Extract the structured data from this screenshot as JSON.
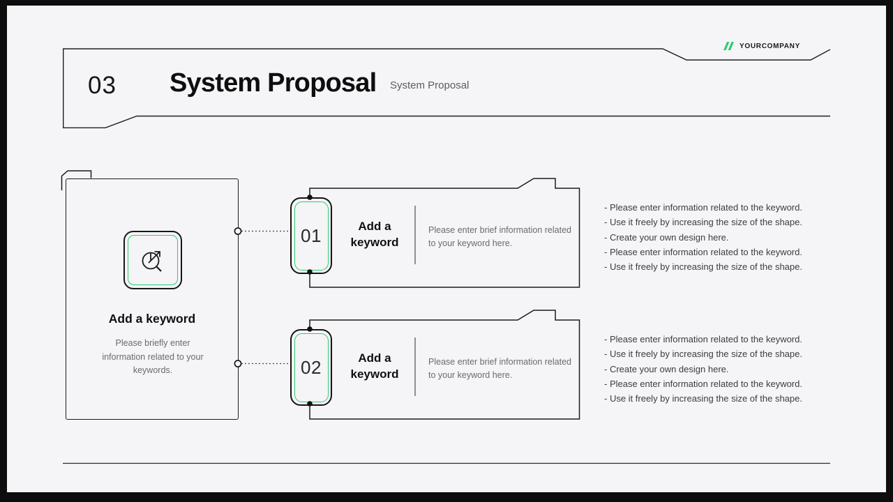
{
  "brand": {
    "name": "YOURCOMPANY",
    "logo_icon": "double-slash-icon"
  },
  "header": {
    "number": "03",
    "title": "System Proposal",
    "subtitle": "System Proposal"
  },
  "left_card": {
    "icon": "keyword-search-icon",
    "title": "Add a keyword",
    "description": "Please briefly enter information related to your keywords."
  },
  "rows": [
    {
      "number": "01",
      "title": "Add a keyword",
      "description": "Please enter brief information related to your keyword here.",
      "notes": [
        "- Please enter information related to the keyword.",
        "- Use it freely by increasing the size of the shape.",
        "- Create your own design here.",
        "- Please enter information related to the keyword.",
        "- Use it freely by increasing the size of the shape."
      ]
    },
    {
      "number": "02",
      "title": "Add a keyword",
      "description": "Please enter brief information related to your keyword here.",
      "notes": [
        "- Please enter information related to the keyword.",
        "- Use it freely by increasing the size of the shape.",
        "- Create your own design here.",
        "- Please enter information related to the keyword.",
        "- Use it freely by increasing the size of the shape."
      ]
    }
  ],
  "colors": {
    "accent_green": "#2ecc71",
    "line": "#1c1c1c",
    "slide_background": "#f5f4f6"
  }
}
